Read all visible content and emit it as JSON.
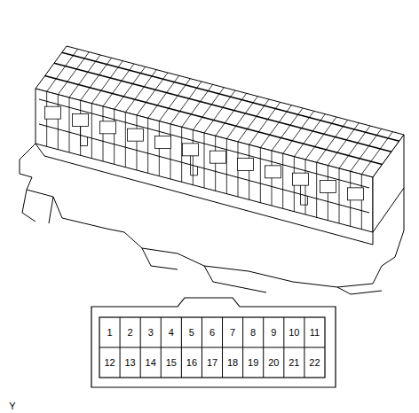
{
  "diagram": {
    "labels": [
      "1",
      "2",
      "3",
      "4",
      "5",
      "6",
      "7",
      "8",
      "9",
      "10",
      "11",
      "12",
      "13",
      "14",
      "15",
      "16",
      "17",
      "18",
      "19",
      "20",
      "21",
      "22",
      "Y"
    ]
  }
}
